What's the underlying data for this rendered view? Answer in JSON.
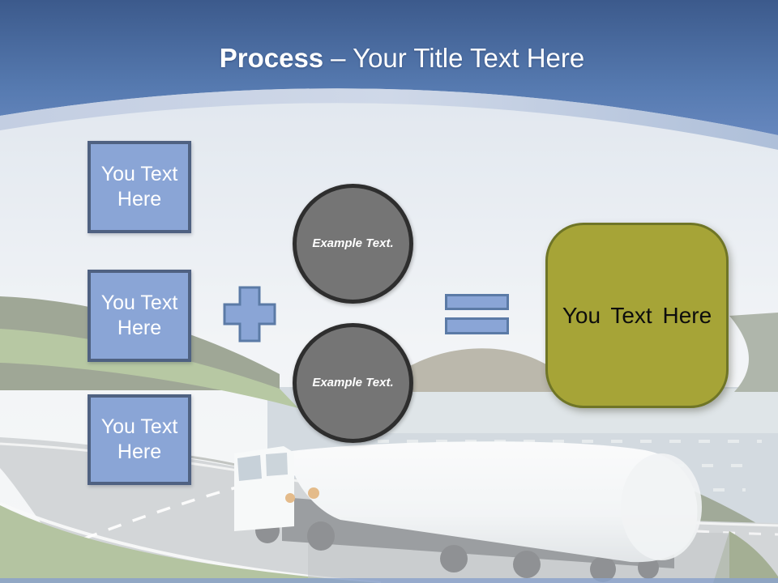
{
  "title": {
    "bold": "Process",
    "rest": "– Your Title Text Here"
  },
  "left_boxes": [
    {
      "label": "You Text Here"
    },
    {
      "label": "You Text Here"
    },
    {
      "label": "You Text Here"
    }
  ],
  "operators": {
    "plus": "+",
    "equals": "="
  },
  "circles": [
    {
      "label": "Example Text."
    },
    {
      "label": "Example Text."
    }
  ],
  "result_box": {
    "label": "You Text Here"
  },
  "colors": {
    "title-color": "#ffffff",
    "accent-blue-fill": "#8aa5d6",
    "accent-blue-border": "#4f6181",
    "operator-border": "#5b7aa6",
    "circle-fill": "#757575",
    "circle-border": "#2e2e2e",
    "olive-fill": "#a6a437",
    "olive-border": "#6f7526",
    "header-top": "#3c5a8c",
    "header-bottom": "#6687be",
    "band-light": "#c3cee2"
  }
}
